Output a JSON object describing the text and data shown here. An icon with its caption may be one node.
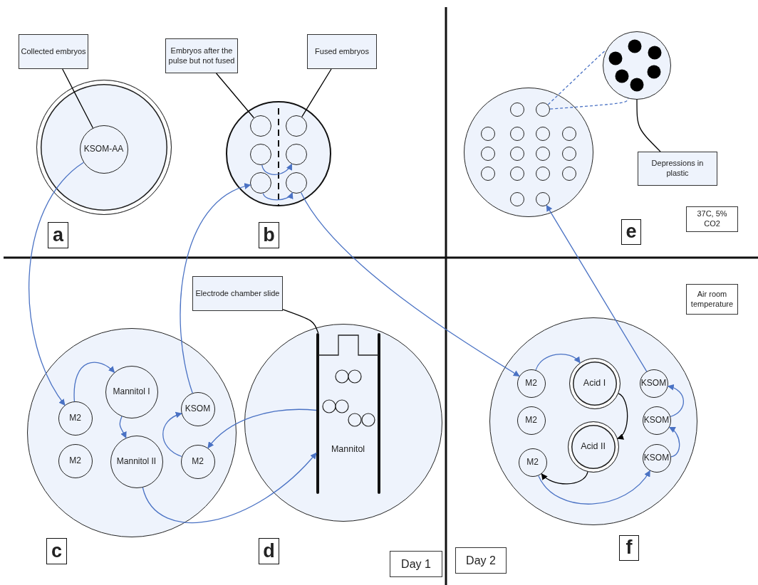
{
  "diagram": {
    "nodes": [
      {
        "text": [
          "Collected embryos"
        ]
      },
      {
        "text": [],
        "shape": "circle"
      },
      {
        "text": [
          "KSOM-AA"
        ],
        "in": 1
      },
      {
        "text": [
          "Embryos after the pulse but not fused"
        ]
      },
      {
        "text": [
          "Fused embryos"
        ]
      },
      {
        "text": [],
        "shape": "circle"
      },
      {
        "text": [],
        "shape": "circle",
        "in": 5
      },
      {
        "text": [],
        "shape": "circle",
        "in": 5
      },
      {
        "text": [],
        "shape": "circle",
        "in": 5
      },
      {
        "text": [],
        "shape": "circle",
        "in": 5
      },
      {
        "text": [],
        "shape": "circle",
        "in": 5
      },
      {
        "text": [],
        "shape": "circle",
        "in": 5
      },
      {
        "text": [
          "a"
        ]
      },
      {
        "text": [
          "b"
        ]
      },
      {
        "text": [],
        "shape": "circle"
      },
      {
        "text": [],
        "shape": "circle"
      },
      {
        "text": [],
        "shape": "circle",
        "in": 15
      },
      {
        "text": [],
        "shape": "circle",
        "in": 15
      },
      {
        "text": [],
        "shape": "circle",
        "in": 15
      },
      {
        "text": [],
        "shape": "circle",
        "in": 15
      },
      {
        "text": [],
        "shape": "circle",
        "in": 15
      },
      {
        "text": [],
        "shape": "circle",
        "in": 15
      },
      {
        "text": [],
        "shape": "circle",
        "in": 15
      },
      {
        "text": [],
        "shape": "circle",
        "in": 15
      },
      {
        "text": [],
        "shape": "circle",
        "in": 15
      },
      {
        "text": [],
        "shape": "circle",
        "in": 15
      },
      {
        "text": [],
        "shape": "circle",
        "in": 15
      },
      {
        "text": [],
        "shape": "circle",
        "in": 15
      },
      {
        "text": [],
        "shape": "circle",
        "in": 15
      },
      {
        "text": [],
        "shape": "circle",
        "in": 15
      },
      {
        "text": [],
        "shape": "circle",
        "in": 15
      },
      {
        "text": [],
        "shape": "circle",
        "in": 15
      },
      {
        "text": [
          "Depressions in plastic"
        ]
      },
      {
        "text": [
          "37C, 5% CO2"
        ]
      },
      {
        "text": [
          "e"
        ]
      },
      {
        "text": [],
        "shape": "circle"
      },
      {
        "text": [
          "M2"
        ],
        "in": 35
      },
      {
        "text": [
          "Mannitol I"
        ],
        "in": 35
      },
      {
        "text": [
          "KSOM"
        ],
        "in": 35
      },
      {
        "text": [
          "M2"
        ],
        "in": 35
      },
      {
        "text": [
          "Mannitol II"
        ],
        "in": 35
      },
      {
        "text": [
          "M2"
        ],
        "in": 35
      },
      {
        "text": [
          "c"
        ]
      },
      {
        "text": [
          "Electrode chamber  slide"
        ]
      },
      {
        "text": [],
        "shape": "circle"
      },
      {
        "text": [
          "Mannitol"
        ],
        "in": 44
      },
      {
        "text": [
          "d"
        ]
      },
      {
        "text": [
          "Day 1"
        ]
      },
      {
        "text": [
          "Air room temperature"
        ]
      },
      {
        "text": [],
        "shape": "circle"
      },
      {
        "text": [
          "M2"
        ],
        "in": 49
      },
      {
        "text": [
          "Acid I"
        ],
        "in": 49
      },
      {
        "text": [
          "KSOM"
        ],
        "in": 49
      },
      {
        "text": [
          "M2"
        ],
        "in": 49
      },
      {
        "text": [
          "KSOM"
        ],
        "in": 49
      },
      {
        "text": [
          "M2"
        ],
        "in": 49
      },
      {
        "text": [
          "Acid II"
        ],
        "in": 49
      },
      {
        "text": [
          "KSOM"
        ],
        "in": 49
      },
      {
        "text": [
          "f"
        ]
      },
      {
        "text": [
          "Day 2"
        ]
      }
    ],
    "edges": [
      {
        "from": 0,
        "to": 2,
        "arrow": "none",
        "color": "#000000"
      },
      {
        "from": 3,
        "to": 6,
        "arrow": "none",
        "color": "#000000"
      },
      {
        "from": 4,
        "to": 7,
        "arrow": "none",
        "color": "#000000"
      },
      {
        "from": 17,
        "to": 14,
        "arrow": "none",
        "style": "dashed"
      },
      {
        "from": 17,
        "to": 14,
        "arrow": "none",
        "style": "dashed"
      },
      {
        "from": 32,
        "to": 14,
        "arrow": "none",
        "color": "#000000"
      },
      {
        "from": 43,
        "to": 45,
        "arrow": "none",
        "color": "#000000"
      },
      {
        "from": 2,
        "to": 36,
        "arrow": "to"
      },
      {
        "from": 36,
        "to": 37,
        "arrow": "to"
      },
      {
        "from": 37,
        "to": 40,
        "arrow": "to"
      },
      {
        "from": 40,
        "to": 45,
        "arrow": "to"
      },
      {
        "from": 45,
        "to": 41,
        "arrow": "to"
      },
      {
        "from": 41,
        "to": 38,
        "arrow": "to"
      },
      {
        "from": 38,
        "to": 10,
        "arrow": "to"
      },
      {
        "from": 8,
        "to": 9,
        "arrow": "to"
      },
      {
        "from": 10,
        "to": 11,
        "arrow": "to"
      },
      {
        "from": 11,
        "to": 50,
        "arrow": "to"
      },
      {
        "from": 50,
        "to": 51,
        "arrow": "to"
      },
      {
        "from": 51,
        "to": 56,
        "arrow": "to",
        "color": "#000000"
      },
      {
        "from": 56,
        "to": 55,
        "arrow": "to",
        "color": "#000000"
      },
      {
        "from": 55,
        "to": 57,
        "arrow": "to"
      },
      {
        "from": 57,
        "to": 54,
        "arrow": "to"
      },
      {
        "from": 54,
        "to": 52,
        "arrow": "to"
      },
      {
        "from": 52,
        "to": 31,
        "arrow": "to"
      }
    ]
  }
}
